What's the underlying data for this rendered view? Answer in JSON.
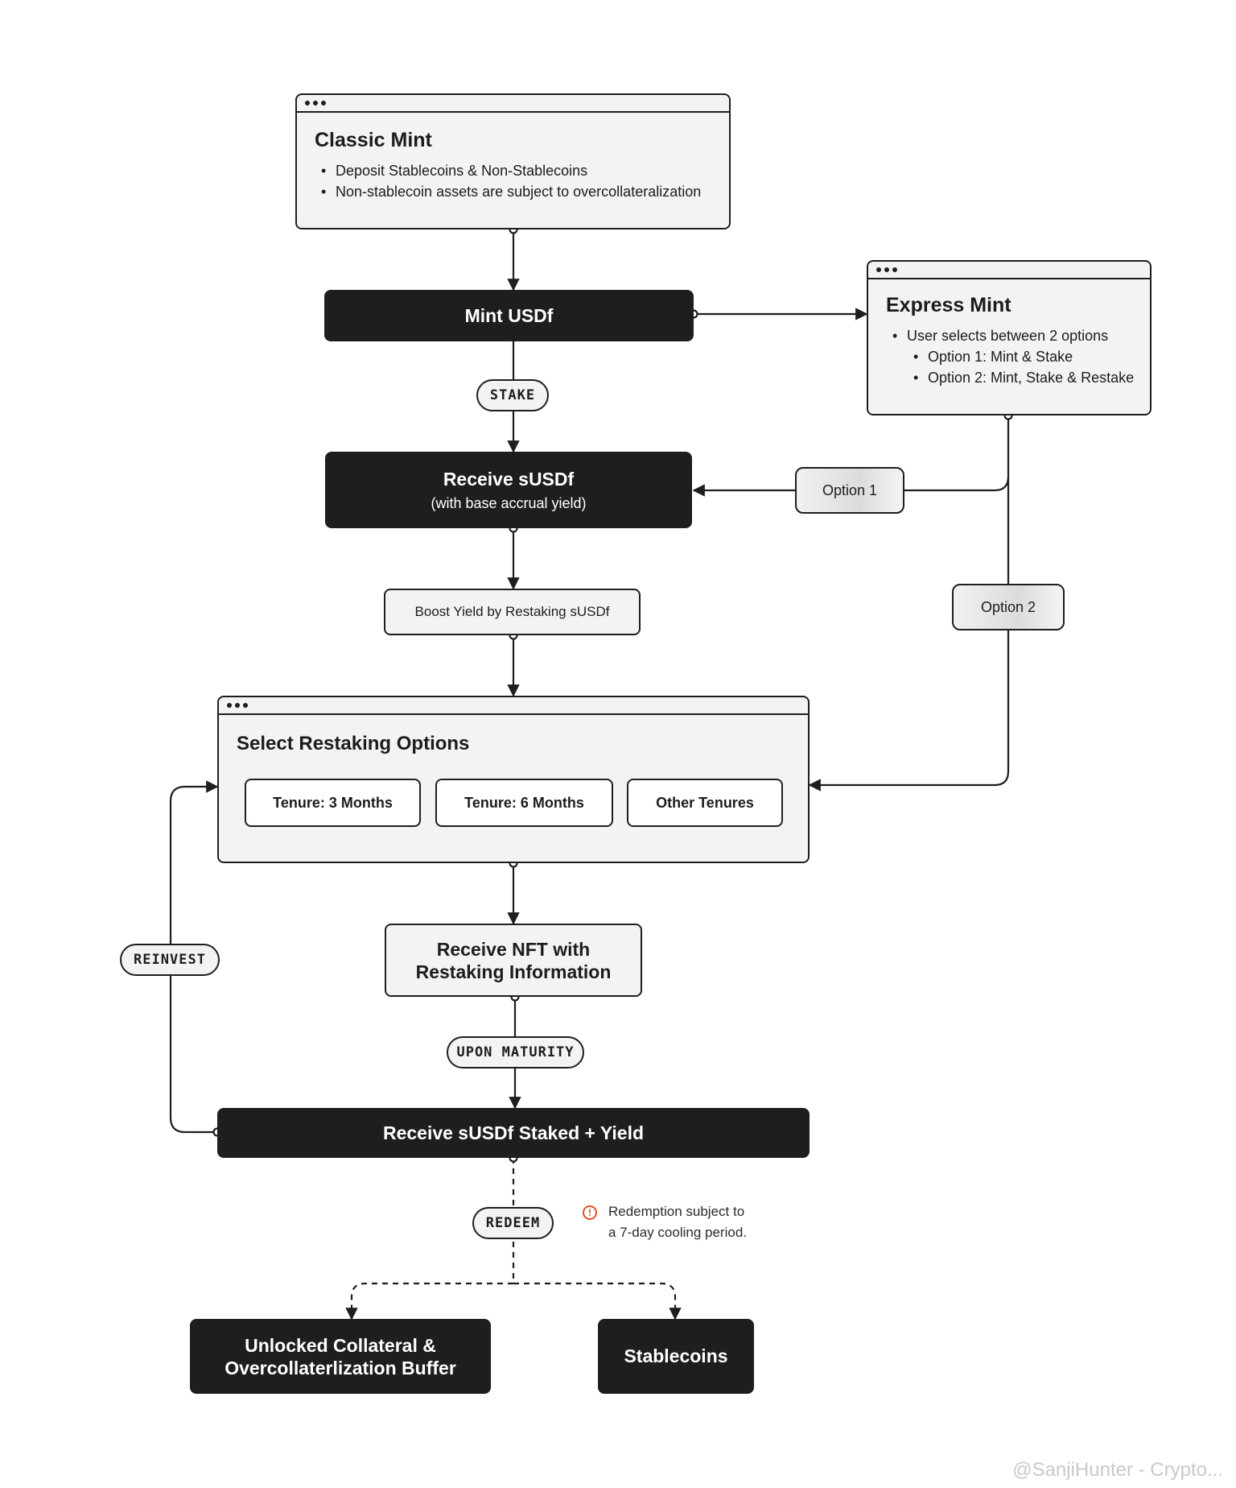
{
  "classic_mint": {
    "title": "Classic Mint",
    "bullets": [
      "Deposit Stablecoins & Non-Stablecoins",
      "Non-stablecoin assets are subject to overcollateralization"
    ]
  },
  "mint_usdf": "Mint USDf",
  "express_mint": {
    "title": "Express Mint",
    "bullets": [
      "User selects between 2 options",
      "Option 1: Mint & Stake",
      "Option 2: Mint, Stake & Restake"
    ]
  },
  "labels": {
    "stake": "STAKE",
    "reinvest": "REINVEST",
    "upon_maturity": "UPON MATURITY",
    "redeem": "REDEEM",
    "option1": "Option 1",
    "option2": "Option 2"
  },
  "receive_susdf": {
    "title": "Receive sUSDf",
    "subtitle": "(with base accrual yield)"
  },
  "boost_yield": "Boost Yield by Restaking sUSDf",
  "restaking": {
    "title": "Select Restaking Options",
    "options": [
      "Tenure: 3 Months",
      "Tenure: 6 Months",
      "Other Tenures"
    ]
  },
  "receive_nft": "Receive NFT with Restaking Information",
  "receive_staked": "Receive sUSDf Staked + Yield",
  "redemption_note": [
    "Redemption subject to",
    "a 7-day cooling period."
  ],
  "outcomes": {
    "collateral": "Unlocked Collateral & Overcollaterlization Buffer",
    "stablecoins": "Stablecoins"
  },
  "watermark": "@SanjiHunter - Crypto..."
}
